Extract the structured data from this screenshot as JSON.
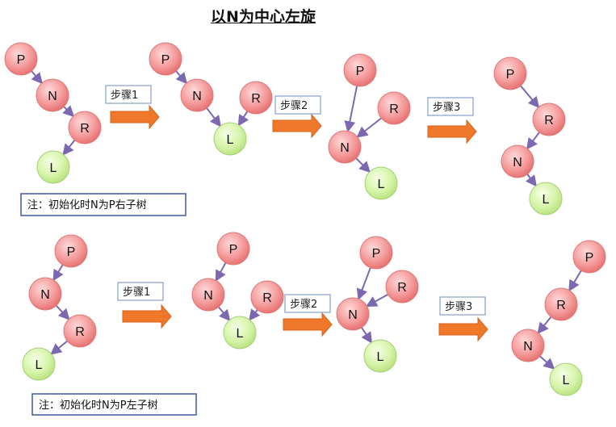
{
  "title": "以N为中心左旋",
  "colors": {
    "red_node": "#f07d7d",
    "green_node": "#c9ef99",
    "edge": "#7b68b0",
    "arrow": "#f0782a",
    "note_border": "#3b5aa0"
  },
  "nodes": {
    "P": "P",
    "N": "N",
    "R": "R",
    "L": "L"
  },
  "steps": {
    "s1": "步骤1",
    "s2": "步骤2",
    "s3": "步骤3"
  },
  "notes": {
    "top": "注：初始化时N为P右子树",
    "bottom": "注：初始化时N为P左子树"
  }
}
